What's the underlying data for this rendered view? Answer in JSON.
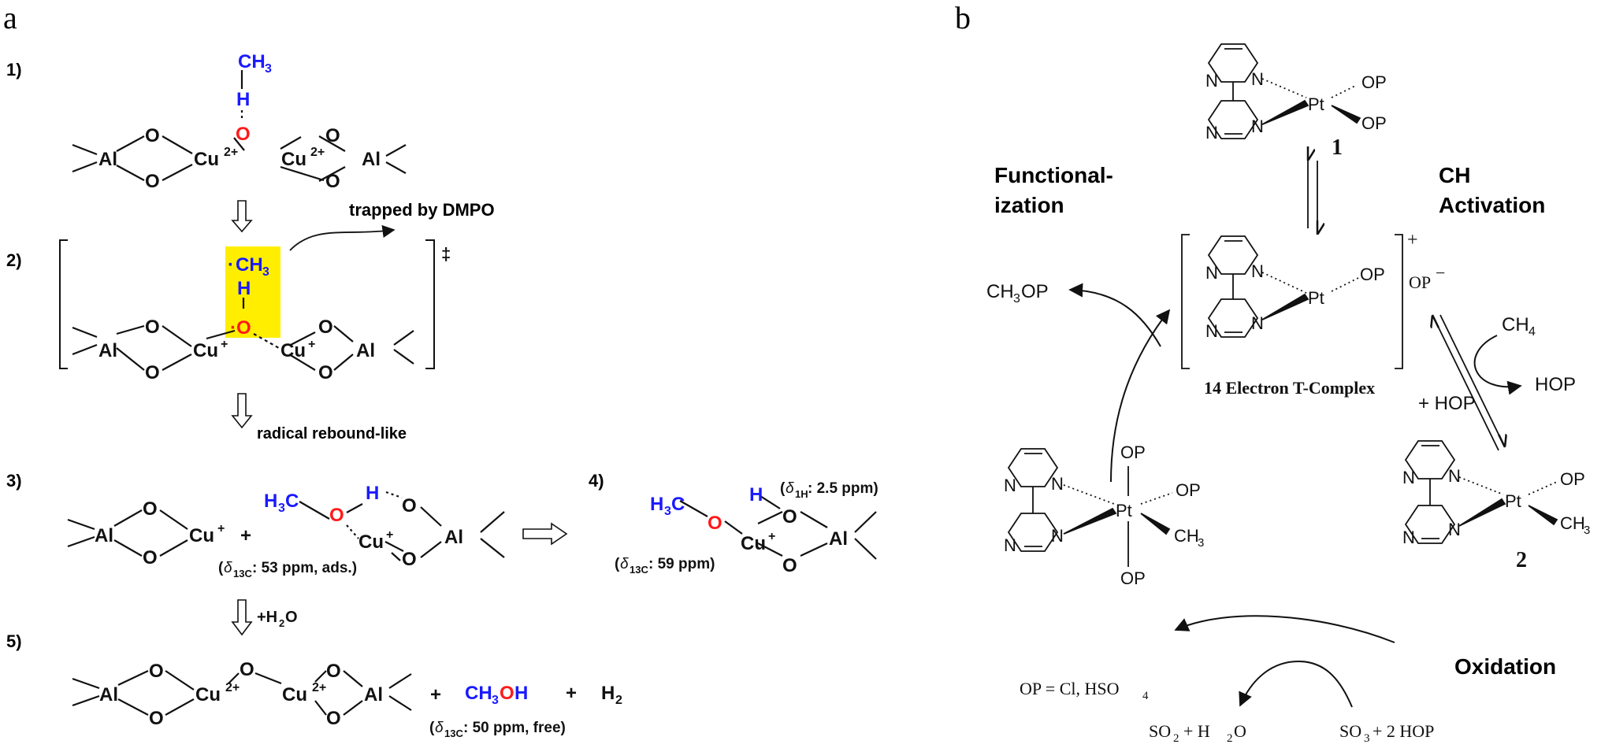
{
  "panel_a": {
    "letter": "a",
    "step_labels": [
      "1)",
      "2)",
      "3)",
      "4)",
      "5)"
    ],
    "atoms": {
      "al": "Al",
      "o": "O",
      "h": "H",
      "cu": "Cu",
      "ch3_c": "CH",
      "h3c": "H",
      "c": "C",
      "three": "3",
      "cu2_charge": "2+",
      "cu1_charge": "+",
      "radical_dot": "·",
      "ts_mark": "‡"
    },
    "annotations": {
      "trapped": "trapped by DMPO",
      "rebound": "radical rebound-like",
      "add_water": "+H",
      "add_water_sub": "2",
      "add_water_tail": "O",
      "plus": "+",
      "h2": "H",
      "h2_sub": "2",
      "methanol_ch": "CH",
      "methanol_sub": "3",
      "methanol_o": "O",
      "methanol_h": "H"
    },
    "nmr": {
      "delta": "δ",
      "c13": "13C",
      "h1": "1H",
      "step3_value": ": 53 ppm, ads.)",
      "step4_c_value": ": 59 ppm)",
      "step4_h_value": ": 2.5 ppm)",
      "step5_value": ": 50 ppm, free)",
      "open": "("
    }
  },
  "panel_b": {
    "letter": "b",
    "atoms": {
      "n": "N",
      "pt": "Pt",
      "op": "OP",
      "ch3": "CH",
      "ch3_sub": "3"
    },
    "labels": {
      "functionalization_1": "Functional-",
      "functionalization_2": "ization",
      "ch_activation_1": "CH",
      "ch_activation_2": "Activation",
      "oxidation": "Oxidation",
      "t_complex": "14 Electron T-Complex",
      "compound_1": "1",
      "compound_2": "2",
      "charge_plus": "+",
      "counter_ion": "OP",
      "counter_minus": "−",
      "ch3op": "CH",
      "ch3op_sub": "3",
      "ch3op_tail": "OP",
      "ch4": "CH",
      "ch4_sub": "4",
      "hop": "HOP",
      "plus_hop": "+ HOP",
      "op_def": "OP = Cl, HSO",
      "op_def_sub": "4",
      "so2_h2o": "SO",
      "so2_sub": "2",
      "so2_tail": "+  H",
      "h2o_sub": "2",
      "h2o_tail": "O",
      "so3": "SO",
      "so3_sub": "3",
      "so3_tail": " + 2 HOP"
    }
  }
}
